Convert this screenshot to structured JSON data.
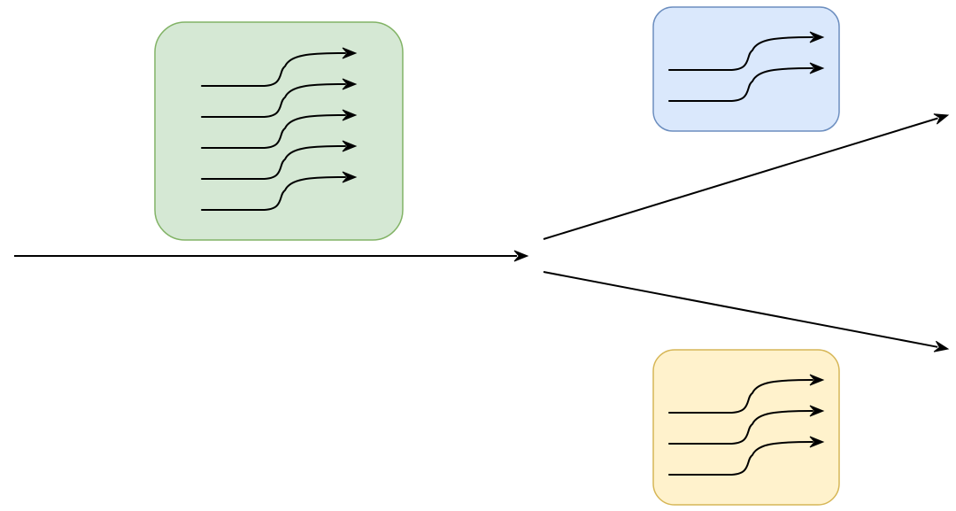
{
  "diagram": {
    "background": "#ffffff",
    "line_color": "#000000",
    "boxes": [
      {
        "id": "box-green",
        "fill": "#d5e8d4",
        "stroke": "#82b366",
        "flow_arrow_count": 5
      },
      {
        "id": "box-blue",
        "fill": "#dae8fc",
        "stroke": "#6c8ebf",
        "flow_arrow_count": 2
      },
      {
        "id": "box-yellow",
        "fill": "#fff2cc",
        "stroke": "#d6b656",
        "flow_arrow_count": 3
      }
    ],
    "main_arrows": [
      {
        "id": "incoming-arrow"
      },
      {
        "id": "upper-branch-arrow"
      },
      {
        "id": "lower-branch-arrow"
      }
    ]
  }
}
